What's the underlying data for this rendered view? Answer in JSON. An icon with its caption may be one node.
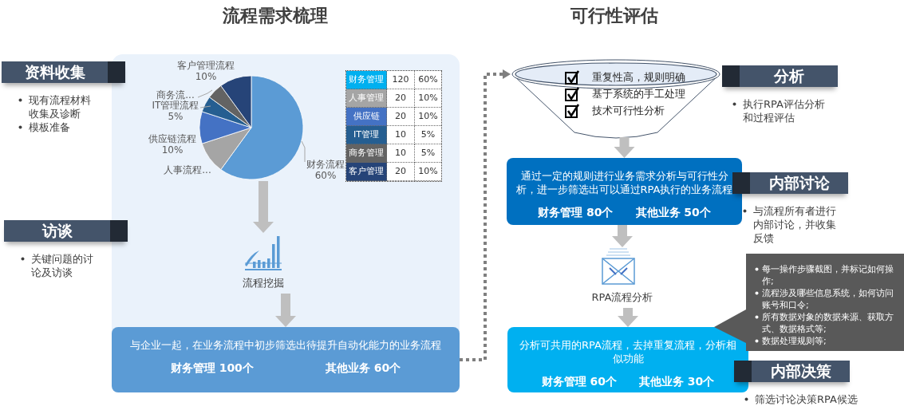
{
  "diagram": {
    "nodes": [
      {
        "text": [],
        "shape": "box"
      },
      {
        "text": [],
        "shape": "picture",
        "in": 0
      },
      {
        "text": [
          "流程挖掘"
        ],
        "in": 0
      },
      {
        "text": [
          "与企业一起，在业务流程中初步筛选出待提升自动化能力的业务流程",
          "财务管理 100个",
          "其他业务 60个"
        ],
        "in": 0
      },
      {
        "text": [
          "重复性高，规则明确",
          "基于系统的手工处理",
          "技术可行性分析"
        ]
      },
      {
        "text": [
          "通过一定的规则进行业务需求分析与可行性分析，进一步筛选出可以通过RPA执行的业务流程",
          "财务管理 80个",
          "其他业务 50个"
        ]
      },
      {
        "text": [
          "RPA流程分析"
        ]
      },
      {
        "text": [
          "分析可共用的RPA流程，去掉重复流程，分析相似功能",
          "财务管理 60个",
          "其他业务 30个"
        ]
      },
      {
        "text": [
          "每一操作步骤截图，并标记如何操作;",
          "流程涉及哪些信息系统，如何访问账号和口令;",
          "所有数据对象的数据来源、获取方式、数据格式等;",
          "数据处理规则等;"
        ]
      },
      {
        "text": [
          "资料收集"
        ],
        "beside": [
          "现有流程材料收集及诊断",
          "模板准备"
        ]
      },
      {
        "text": [
          "访谈"
        ],
        "beside": [
          "关键问题的讨论及访谈"
        ]
      },
      {
        "text": [
          "分析"
        ],
        "beside": [
          "执行RPA评估分析和过程评估"
        ]
      },
      {
        "text": [
          "内部讨论"
        ],
        "beside": [
          "与流程所有者进行内部讨论，并收集反馈"
        ]
      },
      {
        "text": [
          "内部决策"
        ],
        "beside": [
          "筛选讨论决策RPA候选"
        ]
      }
    ],
    "edges": [
      {
        "from": 1,
        "to": 2,
        "arrow": "to"
      },
      {
        "from": 2,
        "to": 3,
        "arrow": "to"
      },
      {
        "from": 3,
        "to": 4,
        "arrow": "to",
        "style": "dashed",
        "color": "#7f7f7f"
      },
      {
        "from": 4,
        "to": 5,
        "arrow": "to"
      },
      {
        "from": 5,
        "to": 6,
        "arrow": "to"
      },
      {
        "from": 6,
        "to": 7,
        "arrow": "to"
      }
    ],
    "labels": [
      "流程需求梳理",
      "可行性评估",
      "财务管理",
      "120",
      "60%",
      "人事管理",
      "20",
      "10%",
      "供应链",
      "20",
      "10%",
      "IT管理",
      "10",
      "5%",
      "商务管理",
      "10",
      "5%",
      "客户管理",
      "20",
      "10%"
    ],
    "chart_data": {
      "type": "pie",
      "categories": [
        "财务流程",
        "人事流程...",
        "供应链流程",
        "IT管理流程",
        "商务流...",
        "客户管理流程"
      ],
      "values": [
        60,
        10,
        10,
        5,
        5,
        10
      ],
      "value_labels": [
        "60%",
        null,
        "10%",
        "5%",
        null,
        "10%"
      ]
    }
  }
}
